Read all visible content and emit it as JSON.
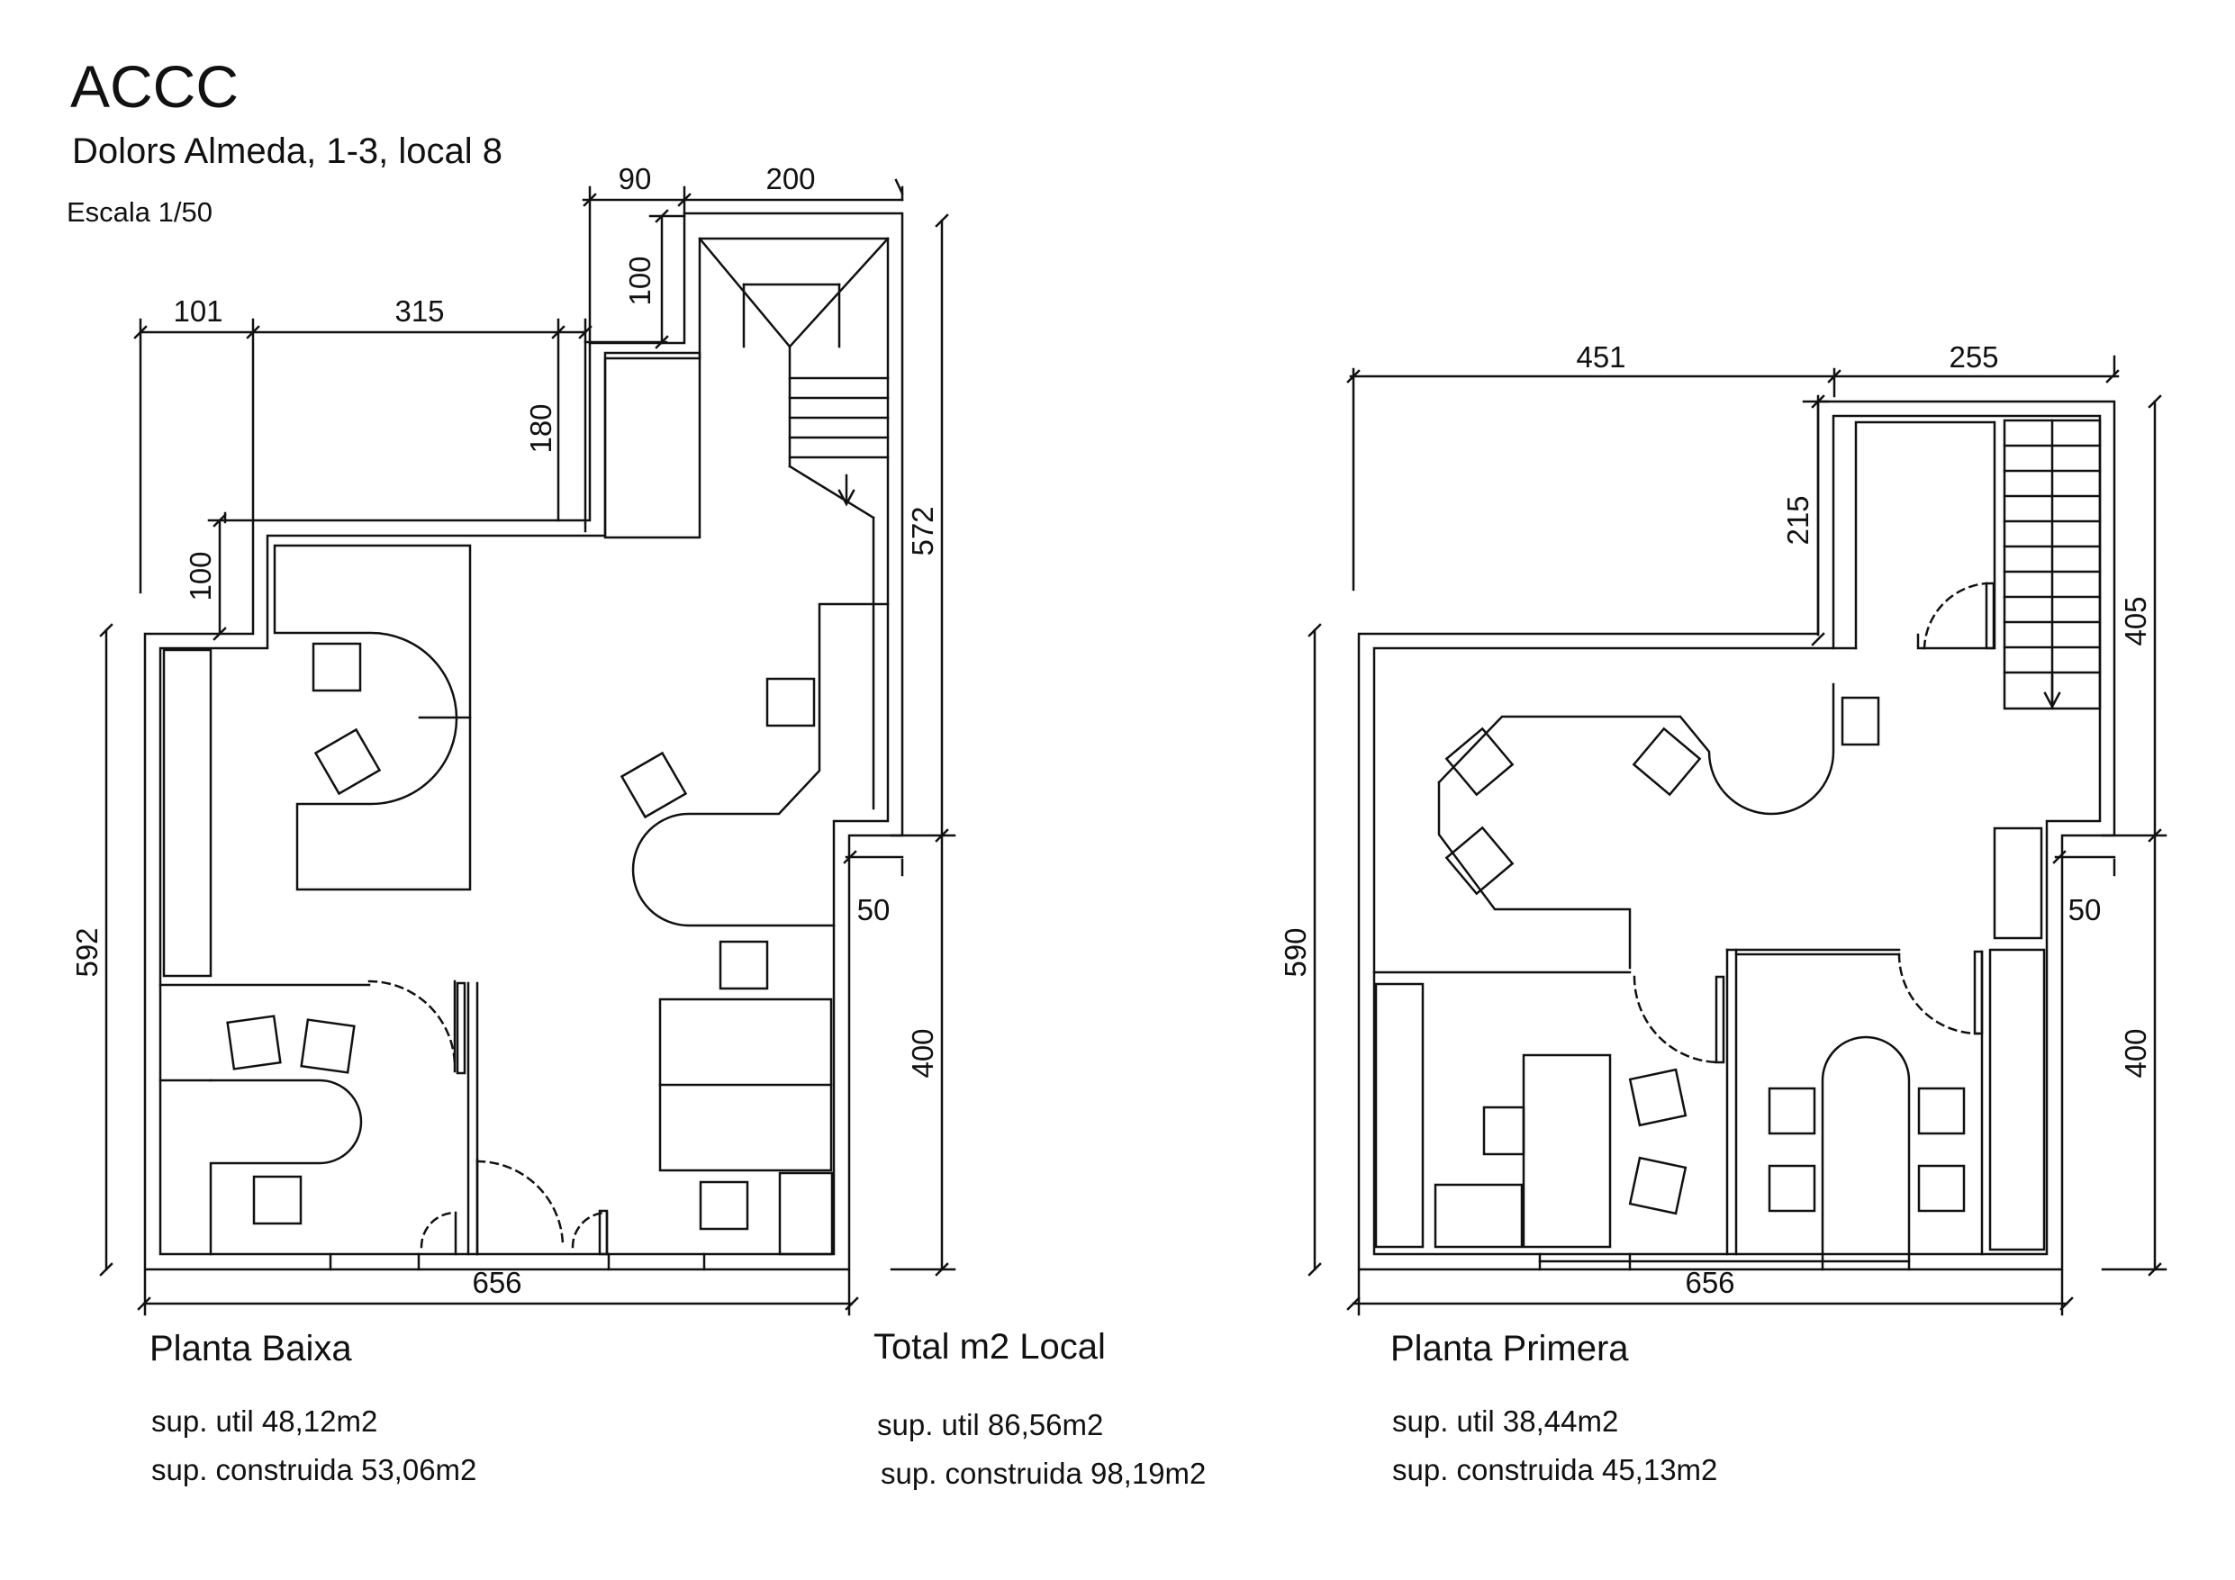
{
  "header": {
    "title": "ACCC",
    "address": "Dolors Almeda, 1-3, local 8",
    "scale": "Escala 1/50"
  },
  "ground_floor": {
    "name": "Planta Baixa",
    "useful_area": "sup. util 48,12m2",
    "built_area": "sup. construida 53,06m2",
    "dimensions": {
      "top_left_offset": "101",
      "top_left_width": "315",
      "upper_offset": "90",
      "stair_width": "200",
      "step_100_top": "100",
      "depth_180": "180",
      "step_100_left": "100",
      "right_upper_height": "572",
      "left_height": "592",
      "right_step": "50",
      "right_lower_height": "400",
      "bottom_width": "656"
    }
  },
  "total": {
    "name": "Total m2 Local",
    "useful_area": "sup. util 86,56m2",
    "built_area": "sup. construida 98,19m2"
  },
  "first_floor": {
    "name": "Planta Primera",
    "useful_area": "sup. util 38,44m2",
    "built_area": "sup. construida 45,13m2",
    "dimensions": {
      "top_left_width": "451",
      "top_right_width": "255",
      "depth_215": "215",
      "right_upper_height": "405",
      "left_height": "590",
      "right_step": "50",
      "right_lower_height": "400",
      "bottom_width": "656"
    }
  }
}
